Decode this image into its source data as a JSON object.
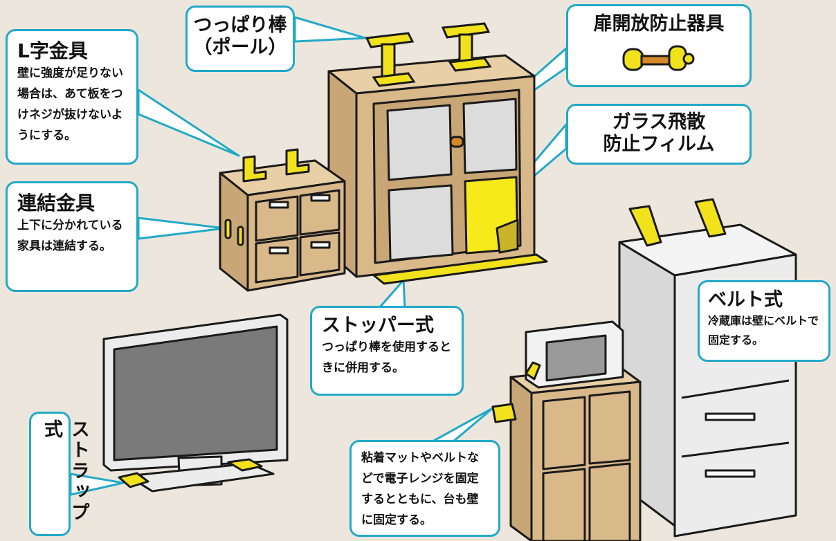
{
  "callouts": {
    "l_bracket": {
      "title": "L字金具",
      "desc": "壁に強度が足りない場合は、あて板をつけネジが抜けないようにする。"
    },
    "tension_rod": {
      "title_line1": "つっぱり棒",
      "title_line2": "（ポール）"
    },
    "door_stopper": {
      "title": "扉開放防止器具"
    },
    "glass_film": {
      "title_line1": "ガラス飛散",
      "title_line2": "防止フィルム"
    },
    "connector": {
      "title": "連結金具",
      "desc": "上下に分かれている家具は連結する。"
    },
    "stopper": {
      "title": "ストッパー式",
      "desc": "つっぱり棒を使用するときに併用する。"
    },
    "belt": {
      "title": "ベルト式",
      "desc": "冷蔵庫は壁にベルトで固定する。"
    },
    "microwave": {
      "desc": "粘着マットやベルトなどで電子レンジを固定するとともに、台も壁に固定する。"
    },
    "strap": {
      "title": "ストラップ式"
    }
  },
  "colors": {
    "callout_border": "#22a9c8",
    "wood": "#d9b88a",
    "fastener_yellow": "#f2e21b",
    "appliance": "#ececec",
    "background": "#ede6dc"
  }
}
